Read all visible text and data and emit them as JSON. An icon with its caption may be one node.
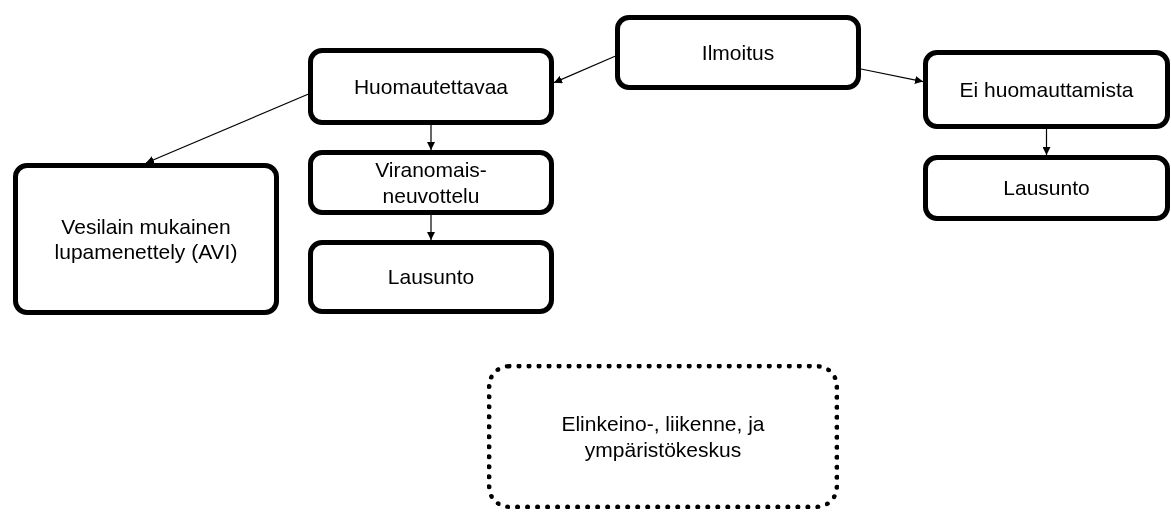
{
  "diagram": {
    "nodes": [
      {
        "text": [
          "Ilmoitus"
        ]
      },
      {
        "text": [
          "Huomautettavaa"
        ]
      },
      {
        "text": [
          "Ei huomauttamista"
        ]
      },
      {
        "text": [
          "Vesilain mukainen lupamenettely (AVI)"
        ]
      },
      {
        "text": [
          "Viranomais-neuvottelu"
        ]
      },
      {
        "text": [
          "Lausunto"
        ]
      },
      {
        "text": [
          "Lausunto"
        ]
      },
      {
        "text": [
          "Elinkeino-, liikenne, ja ympäristökeskus"
        ]
      }
    ],
    "edges": [
      {
        "from": 0,
        "to": 1,
        "arrow": "to"
      },
      {
        "from": 0,
        "to": 2,
        "arrow": "to"
      },
      {
        "from": 1,
        "to": 3,
        "arrow": "to"
      },
      {
        "from": 1,
        "to": 4,
        "arrow": "to"
      },
      {
        "from": 4,
        "to": 5,
        "arrow": "to"
      },
      {
        "from": 2,
        "to": 6,
        "arrow": "to"
      }
    ]
  }
}
